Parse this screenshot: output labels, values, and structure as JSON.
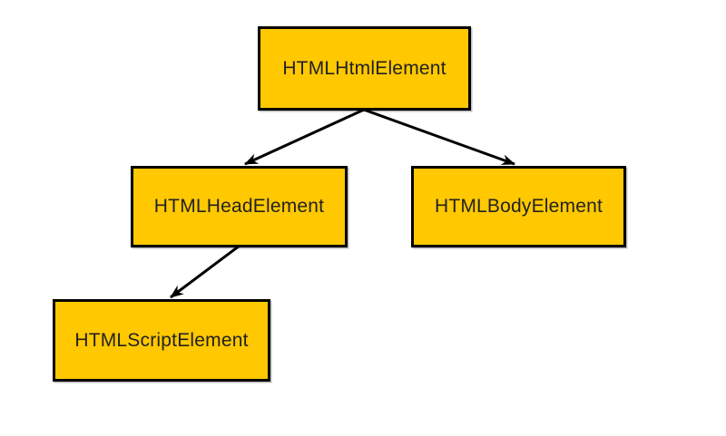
{
  "colors": {
    "bg": "#ffffff",
    "node_fill": "#FFC800",
    "node_border": "#000000",
    "node_text": "#222222",
    "edge": "#000000"
  },
  "diagram": {
    "type": "tree",
    "nodes": [
      {
        "id": "html",
        "label": "HTMLHtmlElement"
      },
      {
        "id": "head",
        "label": "HTMLHeadElement"
      },
      {
        "id": "body",
        "label": "HTMLBodyElement"
      },
      {
        "id": "script",
        "label": "HTMLScriptElement"
      }
    ],
    "edges": [
      {
        "from": "html",
        "to": "head"
      },
      {
        "from": "html",
        "to": "body"
      },
      {
        "from": "head",
        "to": "script"
      }
    ]
  }
}
